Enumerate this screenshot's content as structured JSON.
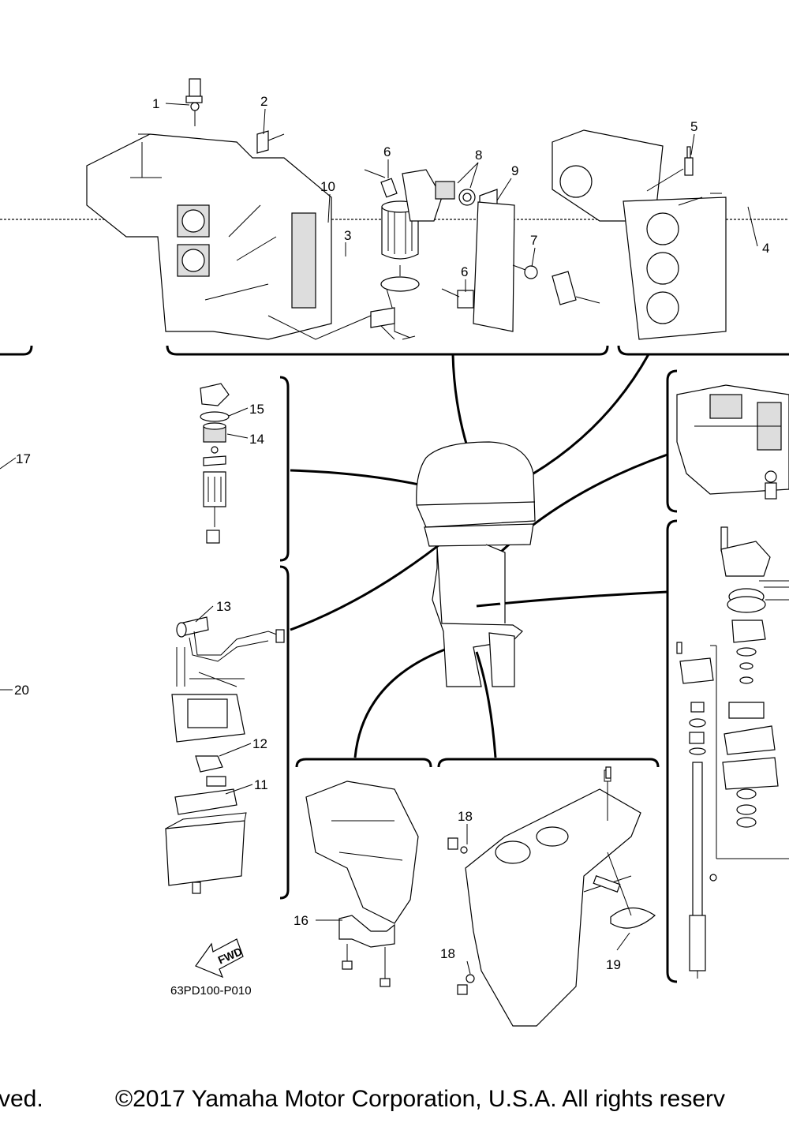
{
  "drawing_code": "63PD100-P010",
  "fwd_label": "FWD",
  "copyright": {
    "left_fragment": "ved.",
    "main": "©2017 Yamaha Motor Corporation, U.S.A. All rights reserv"
  },
  "callouts": [
    "1",
    "2",
    "3",
    "4",
    "5",
    "6",
    "6",
    "7",
    "8",
    "9",
    "10",
    "11",
    "12",
    "13",
    "14",
    "15",
    "16",
    "17",
    "18",
    "18",
    "19",
    "20"
  ]
}
